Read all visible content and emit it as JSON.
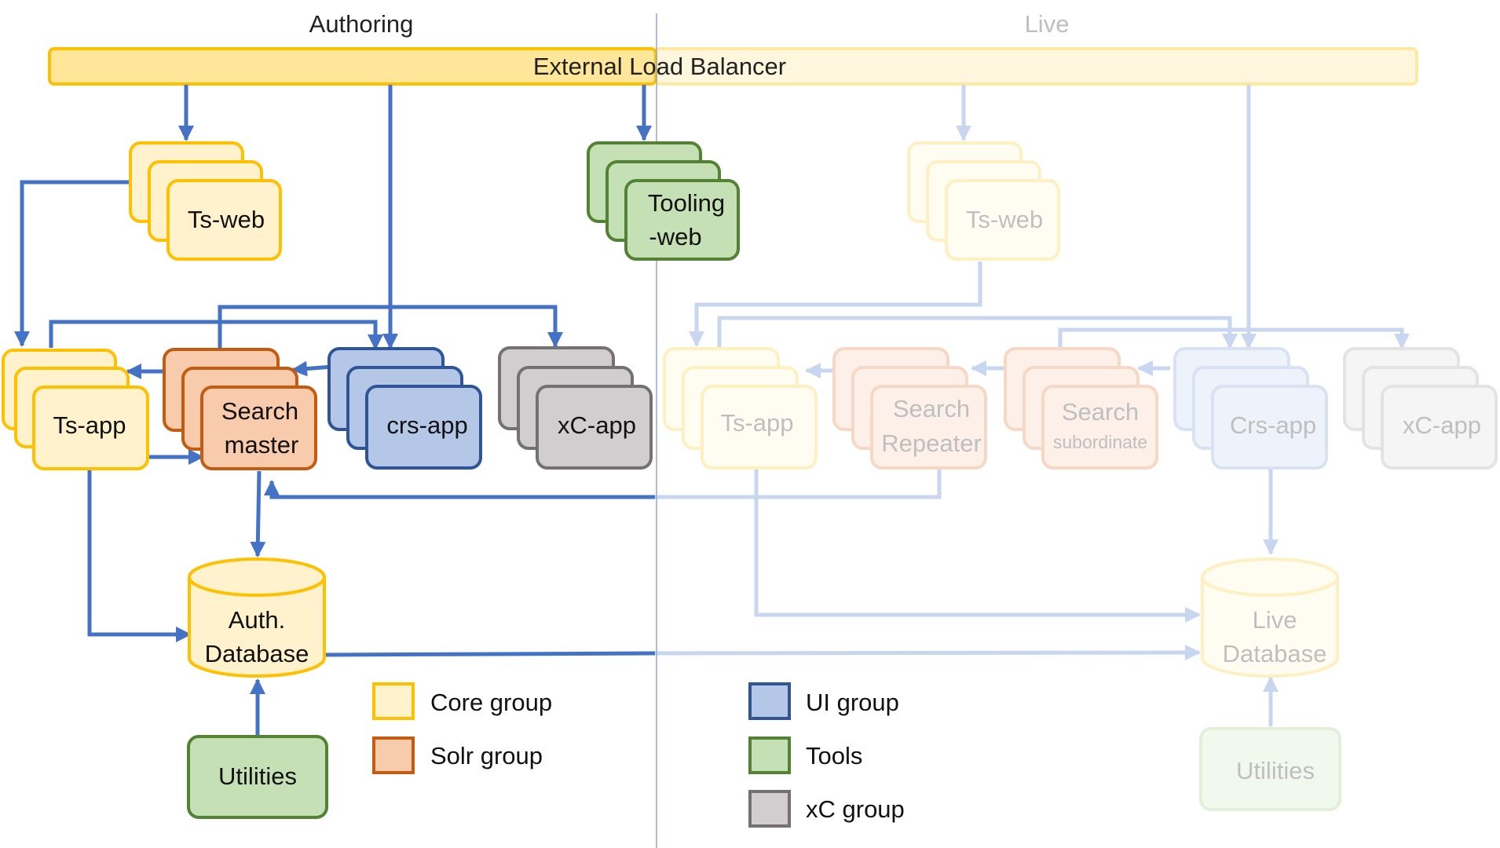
{
  "sections": {
    "authoring": "Authoring",
    "live": "Live"
  },
  "load_balancer": "External Load Balancer",
  "authoring_nodes": {
    "ts_web": "Ts-web",
    "tooling_web_line1": "Tooling",
    "tooling_web_line2": "-web",
    "ts_app": "Ts-app",
    "search_master_line1": "Search",
    "search_master_line2": "master",
    "crs_app": "crs-app",
    "xc_app": "xC-app",
    "auth_db_line1": "Auth.",
    "auth_db_line2": "Database",
    "utilities": "Utilities"
  },
  "live_nodes": {
    "ts_web": "Ts-web",
    "ts_app": "Ts-app",
    "search_repeater_line1": "Search",
    "search_repeater_line2": "Repeater",
    "search_subordinate_line1": "Search",
    "search_subordinate_line2": "subordinate",
    "crs_app": "Crs-app",
    "xc_app": "xC-app",
    "live_db_line1": "Live",
    "live_db_line2": "Database",
    "utilities": "Utilities"
  },
  "legend": {
    "core": "Core group",
    "solr": "Solr group",
    "ui": "UI group",
    "tools": "Tools",
    "xc": "xC group"
  },
  "colors": {
    "core_fill": "#FFF2CC",
    "core_stroke": "#FFC000",
    "solr_fill": "#F8CBAD",
    "solr_stroke": "#C55A11",
    "ui_fill": "#B4C7E7",
    "ui_stroke": "#2F5597",
    "tools_fill": "#C5E0B4",
    "tools_stroke": "#548235",
    "xc_fill": "#D0CECE",
    "xc_stroke": "#767171",
    "arrow": "#4472C4",
    "lb_fill": "#FFE699"
  }
}
